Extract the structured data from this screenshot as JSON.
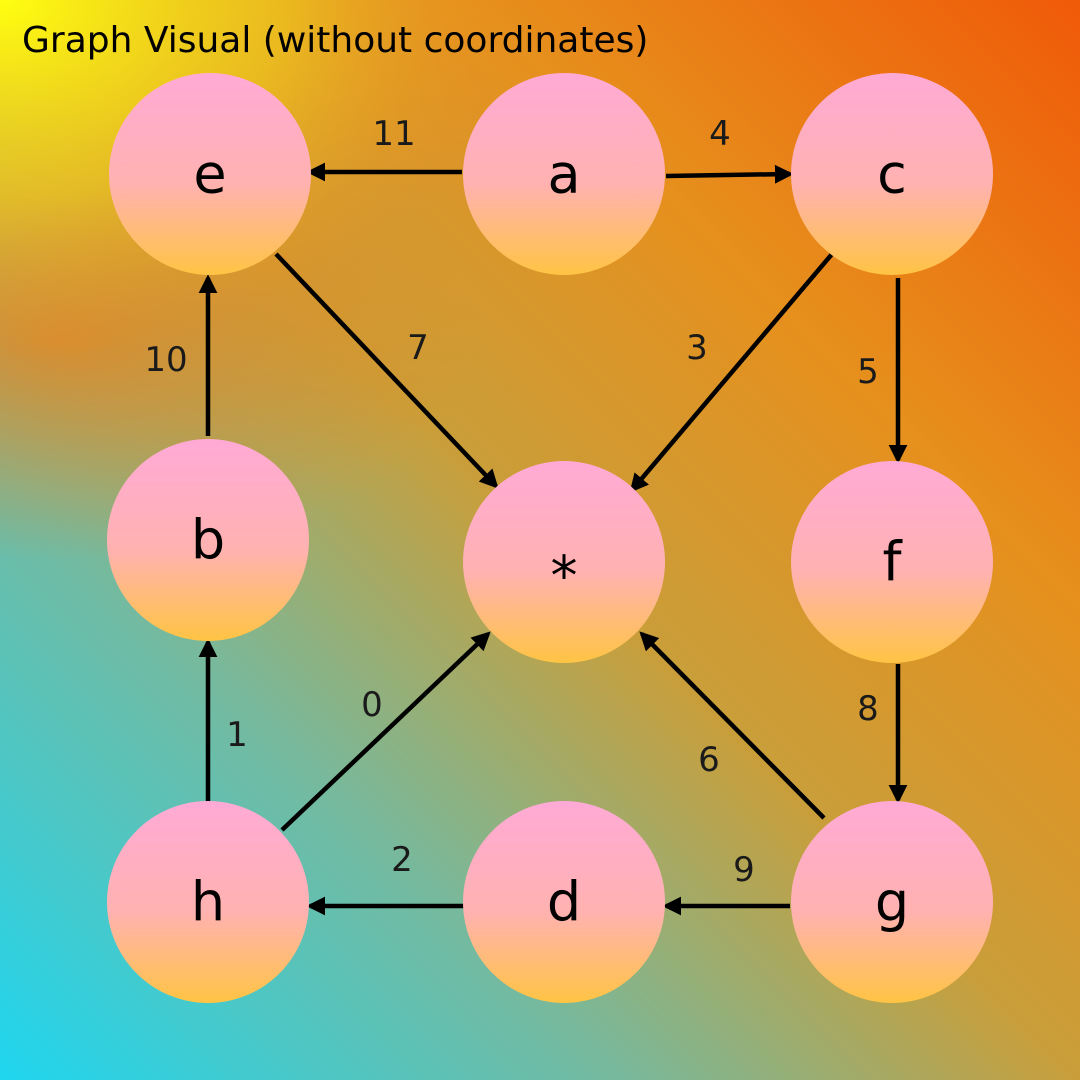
{
  "title": "Graph Visual (without coordinates)",
  "colors": {
    "background_gradient": [
      "#f7ea12",
      "#ef8a1c",
      "#ef5f0c",
      "#c9a23f",
      "#6fbba0",
      "#22d5ee"
    ],
    "node_top": "#ffaad6",
    "node_bottom": "#ffc444",
    "edge": "#000000"
  },
  "nodes": [
    {
      "id": "a",
      "label": "a"
    },
    {
      "id": "c",
      "label": "c"
    },
    {
      "id": "e",
      "label": "e"
    },
    {
      "id": "b",
      "label": "b"
    },
    {
      "id": "star",
      "label": "*"
    },
    {
      "id": "f",
      "label": "f"
    },
    {
      "id": "h",
      "label": "h"
    },
    {
      "id": "d",
      "label": "d"
    },
    {
      "id": "g",
      "label": "g"
    }
  ],
  "edges": [
    {
      "from": "a",
      "to": "e",
      "weight": "11"
    },
    {
      "from": "a",
      "to": "c",
      "weight": "4"
    },
    {
      "from": "e",
      "to": "star",
      "weight": "7"
    },
    {
      "from": "c",
      "to": "star",
      "weight": "3"
    },
    {
      "from": "c",
      "to": "f",
      "weight": "5"
    },
    {
      "from": "b",
      "to": "e",
      "weight": "10"
    },
    {
      "from": "h",
      "to": "b",
      "weight": "1"
    },
    {
      "from": "h",
      "to": "star",
      "weight": "0"
    },
    {
      "from": "g",
      "to": "star",
      "weight": "6"
    },
    {
      "from": "f",
      "to": "g",
      "weight": "8"
    },
    {
      "from": "d",
      "to": "h",
      "weight": "2"
    },
    {
      "from": "g",
      "to": "d",
      "weight": "9"
    }
  ]
}
